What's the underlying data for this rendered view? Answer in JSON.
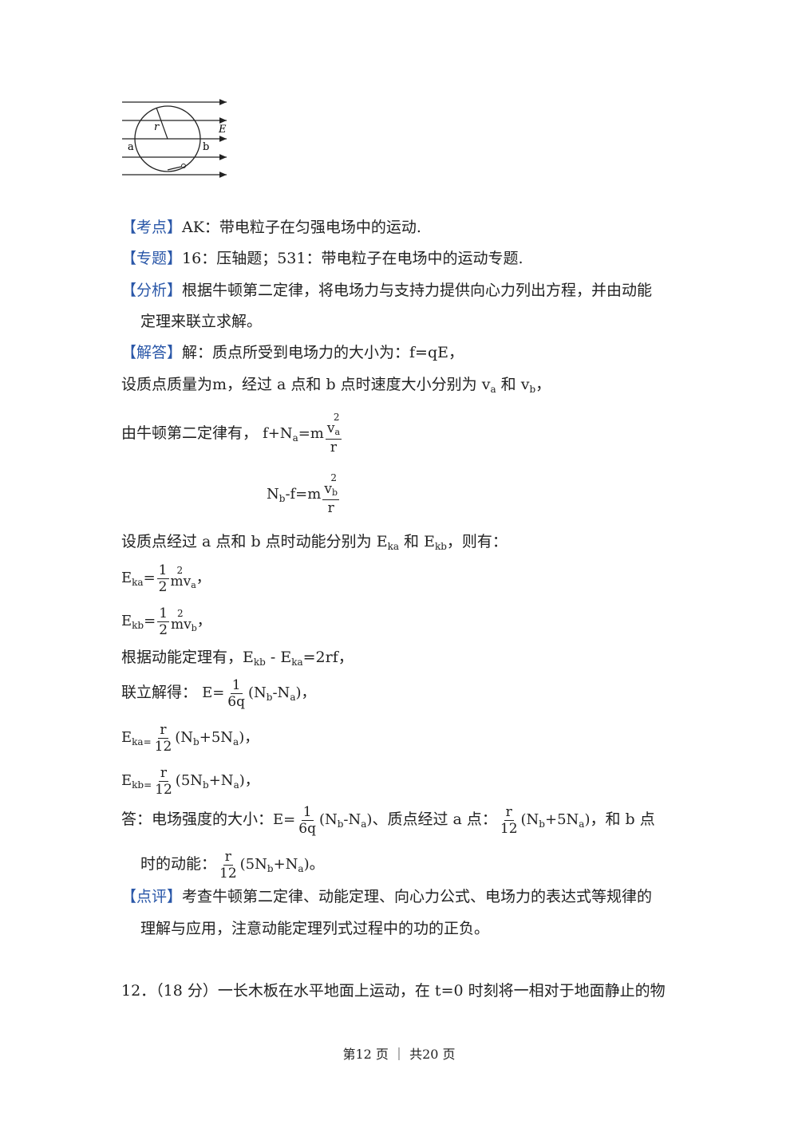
{
  "figure": {
    "label_r": "r",
    "label_E": "E",
    "label_a": "a",
    "label_b": "b"
  },
  "kaodian": {
    "tag": "【考点】",
    "text": "AK：带电粒子在匀强电场中的运动."
  },
  "zhuanti": {
    "tag": "【专题】",
    "text": "16：压轴题；531：带电粒子在电场中的运动专题."
  },
  "fenxi": {
    "tag": "【分析】",
    "line1": "根据牛顿第二定律，将电场力与支持力提供向心力列出方程，并由动能",
    "line2": "定理来联立求解。"
  },
  "jieda": {
    "tag": "【解答】",
    "text": "解：质点所受到电场力的大小为：f=qE，"
  },
  "l_mass": "设质点质量为m，经过 a 点和 b 点时速度大小分别为 v",
  "l_mass_sub_a": "a",
  "l_mass_and": " 和 v",
  "l_mass_sub_b": "b",
  "l_mass_end": "，",
  "l_newton": "由牛顿第二定律有，",
  "eq1": {
    "lhs": "f+N",
    "lhs_sub": "a",
    "eq": "=m",
    "num_v": "v",
    "num_sup": "2",
    "num_sub": "a",
    "den": "r"
  },
  "eq2": {
    "lhs": "N",
    "lhs_sub": "b",
    "mid": "-f=m",
    "num_v": "v",
    "num_sup": "2",
    "num_sub": "b",
    "den": "r"
  },
  "l_ek": "设质点经过 a 点和 b 点时动能分别为 E",
  "l_ek_sub_a": "ka",
  "l_ek_and": " 和 E",
  "l_ek_sub_b": "kb",
  "l_ek_end": "，则有：",
  "eq3": {
    "E": "E",
    "sub": "ka",
    "eq": "=",
    "num": "1",
    "den": "2",
    "mv": "mv",
    "sup": "2",
    "vsub": "a",
    "end": "，"
  },
  "eq4": {
    "E": "E",
    "sub": "kb",
    "eq": "=",
    "num": "1",
    "den": "2",
    "mv": "mv",
    "sup": "2",
    "vsub": "b",
    "end": "，"
  },
  "l_theorem": {
    "pre": "根据动能定理有，E",
    "s1": "kb",
    "mid": " - E",
    "s2": "ka",
    "end": "=2rf，"
  },
  "l_solve": "联立解得：",
  "eqE": {
    "lhs": "E=",
    "num": "1",
    "den": "6q",
    "paren": "(N",
    "s1": "b",
    "minus": "-N",
    "s2": "a",
    "close": ")，"
  },
  "eqEka": {
    "lhs": "E",
    "sub": "ka=",
    "num": "r",
    "den": "12",
    "paren": "(N",
    "s1": "b",
    "plus": "+5N",
    "s2": "a",
    "close": ")，"
  },
  "eqEkb": {
    "lhs": "E",
    "sub": "kb=",
    "num": "r",
    "den": "12",
    "paren": "(5N",
    "s1": "b",
    "plus": "+N",
    "s2": "a",
    "close": ")，"
  },
  "answer": {
    "pre": "答：电场强度的大小：",
    "mid1": "、质点经过 a 点：",
    "mid2": "，和 b 点",
    "line2_pre": "时的动能：",
    "line2_end": "。"
  },
  "dianping": {
    "tag": "【点评】",
    "line1": "考查牛顿第二定律、动能定理、向心力公式、电场力的表达式等规律的",
    "line2": "理解与应用，注意动能定理列式过程中的功的正负。"
  },
  "q12": "12．（18 分）一长木板在水平地面上运动，在 t=0 时刻将一相对于地面静止的物",
  "footer": "第12 页 ｜ 共20 页"
}
